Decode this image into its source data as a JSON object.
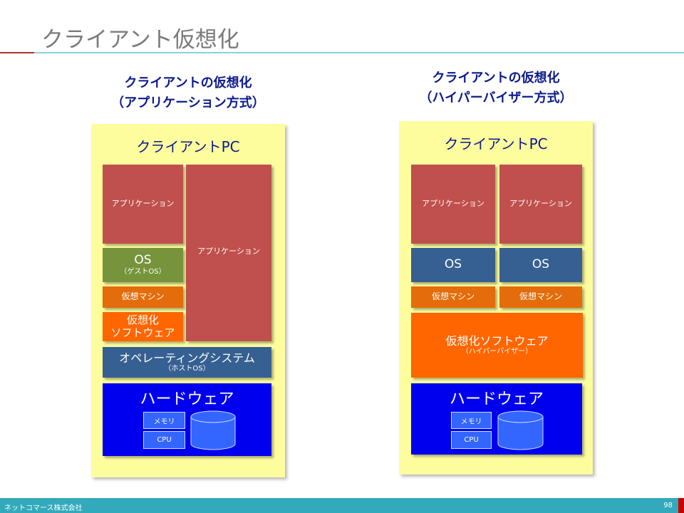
{
  "slide_title": "クライアント仮想化",
  "left": {
    "heading_line1": "クライアントの仮想化",
    "heading_line2": "（アプリケーション方式）",
    "pc_label": "クライアントPC",
    "app1": "アプリケーション",
    "app2": "アプリケーション",
    "guest_os": "OS",
    "guest_os_sub": "（ゲストOS）",
    "vm": "仮想マシン",
    "vsw_line1": "仮想化",
    "vsw_line2": "ソフトウェア",
    "host_os": "オペレーティングシステム",
    "host_os_sub": "（ホストOS）",
    "hardware": "ハードウェア",
    "memory": "メモリ",
    "cpu": "CPU"
  },
  "right": {
    "heading_line1": "クライアントの仮想化",
    "heading_line2": "（ハイパーバイザー方式）",
    "pc_label": "クライアントPC",
    "app1": "アプリケーション",
    "app2": "アプリケーション",
    "os1": "OS",
    "os2": "OS",
    "vm1": "仮想マシン",
    "vm2": "仮想マシン",
    "vsw": "仮想化ソフトウェア",
    "vsw_sub": "（ハイパーバイザー）",
    "hardware": "ハードウェア",
    "memory": "メモリ",
    "cpu": "CPU"
  },
  "footer": {
    "company": "ネットコマース株式会社",
    "page": "98"
  }
}
